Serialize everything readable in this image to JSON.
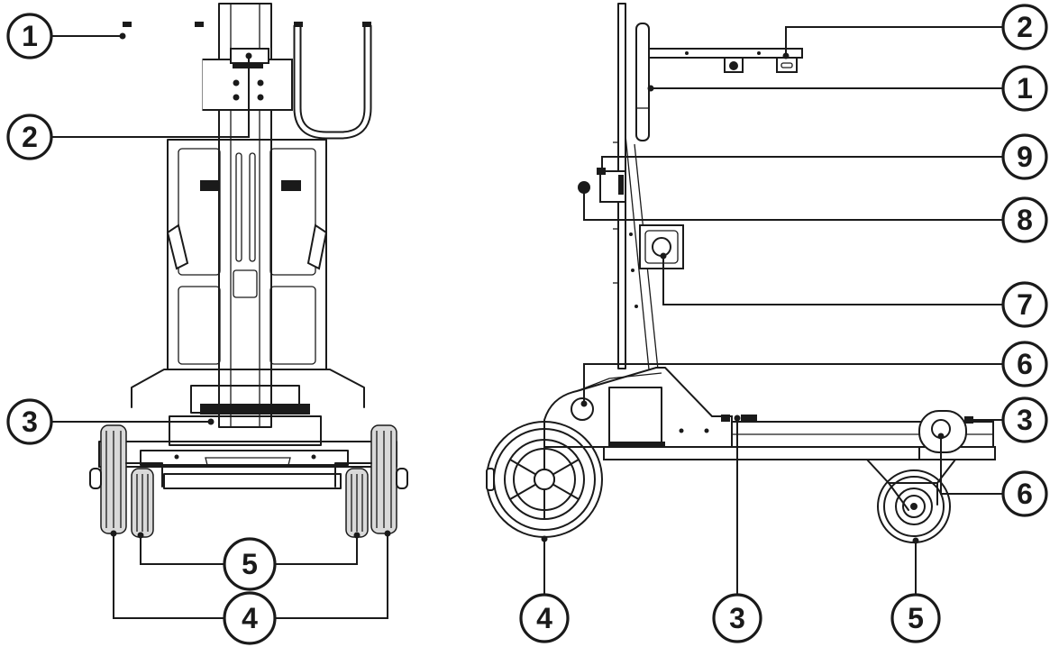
{
  "colors": {
    "ink": "#1a1a1a",
    "background": "#ffffff",
    "shade": "#d9d9d9"
  },
  "front_view": {
    "callouts": [
      {
        "id": "fv-c1",
        "label": "1"
      },
      {
        "id": "fv-c2",
        "label": "2"
      },
      {
        "id": "fv-c3",
        "label": "3"
      },
      {
        "id": "fv-c5",
        "label": "5"
      },
      {
        "id": "fv-c4",
        "label": "4"
      }
    ]
  },
  "side_view": {
    "callouts": [
      {
        "id": "sv-c2",
        "label": "2"
      },
      {
        "id": "sv-c1",
        "label": "1"
      },
      {
        "id": "sv-c9",
        "label": "9"
      },
      {
        "id": "sv-c8",
        "label": "8"
      },
      {
        "id": "sv-c7",
        "label": "7"
      },
      {
        "id": "sv-c6a",
        "label": "6"
      },
      {
        "id": "sv-c3a",
        "label": "3"
      },
      {
        "id": "sv-c6b",
        "label": "6"
      },
      {
        "id": "sv-c4",
        "label": "4"
      },
      {
        "id": "sv-c3b",
        "label": "3"
      },
      {
        "id": "sv-c5",
        "label": "5"
      }
    ]
  }
}
